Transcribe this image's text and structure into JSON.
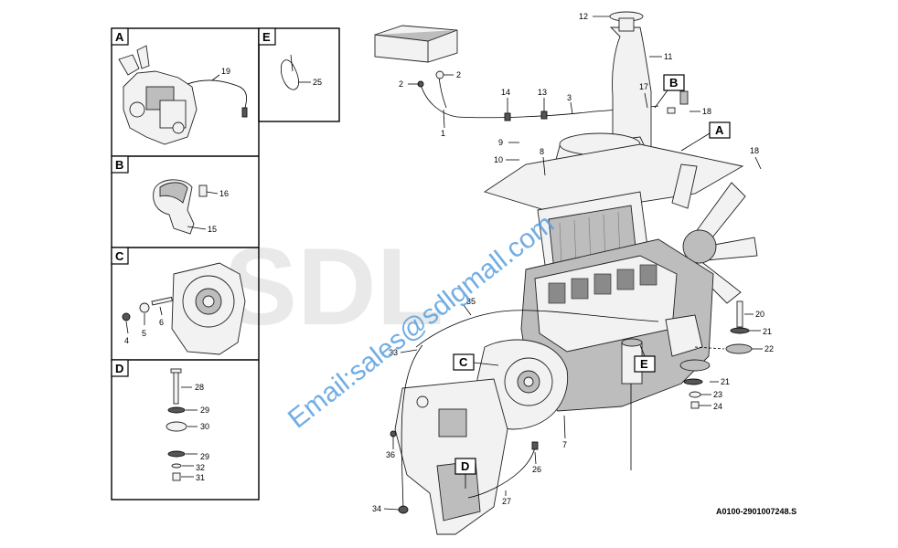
{
  "watermark": {
    "logo": "SDL",
    "email": "Email:sales@sdlgmall.com"
  },
  "document_number": "A0100-2901007248.S",
  "detail_boxes": {
    "A": {
      "letter": "A",
      "labels": [
        "19"
      ]
    },
    "B": {
      "letter": "B",
      "labels": [
        "16",
        "15"
      ]
    },
    "C": {
      "letter": "C",
      "labels": [
        "6",
        "4",
        "5"
      ]
    },
    "D": {
      "letter": "D",
      "labels": [
        "28",
        "29",
        "30",
        "29",
        "32",
        "31"
      ]
    },
    "E": {
      "letter": "E",
      "labels": [
        "25"
      ]
    }
  },
  "main_labels": {
    "l1": "1",
    "l2a": "2",
    "l2b": "2",
    "l3": "3",
    "l7": "7",
    "l8": "8",
    "l9": "9",
    "l10": "10",
    "l11": "11",
    "l12": "12",
    "l13": "13",
    "l14": "14",
    "l17": "17",
    "l18a": "18",
    "l18b": "18",
    "l20": "20",
    "l21a": "21",
    "l21b": "21",
    "l22": "22",
    "l23": "23",
    "l24": "24",
    "l26": "26",
    "l27": "27",
    "l33": "33",
    "l34": "34",
    "l35": "35",
    "l36": "36"
  },
  "callouts": {
    "A": "A",
    "B": "B",
    "C": "C",
    "D": "D",
    "E": "E"
  }
}
